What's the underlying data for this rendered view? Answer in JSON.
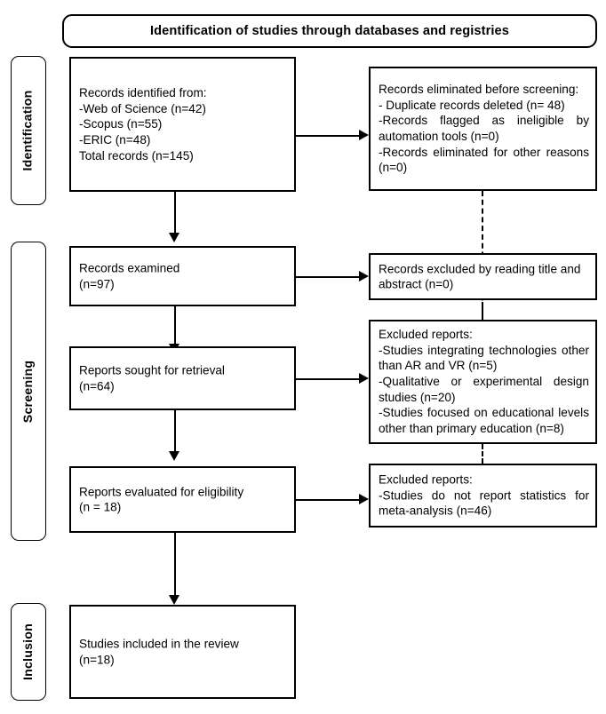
{
  "diagram": {
    "title": "Identification of studies through databases and registries",
    "stages": [
      {
        "label": "Identification"
      },
      {
        "label": "Screening"
      },
      {
        "label": "Inclusion"
      }
    ],
    "boxes": {
      "records_identified": "Records identified from:\n-Web of Science (n=42)\n-Scopus (n=55)\n-ERIC (n=48)\nTotal records (n=145)",
      "records_eliminated": "Records eliminated before screening:\n- Duplicate records deleted (n= 48)\n-Records flagged as ineligible by automation tools (n=0)\n-Records eliminated for other reasons (n=0)",
      "records_examined": "Records examined\n(n=97)",
      "records_excluded_title_abstract": "Records excluded by reading title and abstract (n=0)",
      "reports_sought": "Reports sought for retrieval\n(n=64)",
      "excluded_reports_screening": "Excluded reports:\n-Studies integrating technologies other than AR and VR (n=5)\n-Qualitative or experimental design studies (n=20)\n-Studies focused on educational levels other than primary education (n=8)",
      "reports_evaluated": "Reports evaluated for eligibility\n(n = 18)",
      "excluded_reports_eligibility": "Excluded reports:\n-Studies do not report statistics for meta-analysis (n=46)",
      "studies_included": "Studies included in the review\n(n=18)"
    }
  },
  "chart_data": {
    "type": "diagram",
    "title": "Identification of studies through databases and registries",
    "nodes": [
      {
        "id": "records_identified",
        "stage": "Identification",
        "column": "left",
        "counts": {
          "web_of_science": 42,
          "scopus": 55,
          "eric": 48,
          "total": 145
        }
      },
      {
        "id": "records_eliminated",
        "stage": "Identification",
        "column": "right",
        "counts": {
          "duplicates_deleted": 48,
          "flagged_ineligible_automation": 0,
          "eliminated_other_reasons": 0
        }
      },
      {
        "id": "records_examined",
        "stage": "Screening",
        "column": "left",
        "counts": {
          "n": 97
        }
      },
      {
        "id": "records_excluded_title_abstract",
        "stage": "Screening",
        "column": "right",
        "counts": {
          "n": 0
        }
      },
      {
        "id": "reports_sought",
        "stage": "Screening",
        "column": "left",
        "counts": {
          "n": 64
        }
      },
      {
        "id": "excluded_reports_screening",
        "stage": "Screening",
        "column": "right",
        "counts": {
          "other_technologies": 5,
          "qualitative_or_experimental": 20,
          "other_education_levels": 8
        }
      },
      {
        "id": "reports_evaluated",
        "stage": "Screening",
        "column": "left",
        "counts": {
          "n": 18
        }
      },
      {
        "id": "excluded_reports_eligibility",
        "stage": "Screening",
        "column": "right",
        "counts": {
          "no_statistics_for_meta_analysis": 46
        }
      },
      {
        "id": "studies_included",
        "stage": "Inclusion",
        "column": "left",
        "counts": {
          "n": 18
        }
      }
    ],
    "edges": [
      {
        "from": "records_identified",
        "to": "records_eliminated",
        "style": "solid-arrow",
        "direction": "right"
      },
      {
        "from": "records_identified",
        "to": "records_examined",
        "style": "solid-arrow",
        "direction": "down"
      },
      {
        "from": "records_examined",
        "to": "records_excluded_title_abstract",
        "style": "solid-arrow",
        "direction": "right"
      },
      {
        "from": "records_examined",
        "to": "reports_sought",
        "style": "solid-arrow",
        "direction": "down"
      },
      {
        "from": "reports_sought",
        "to": "excluded_reports_screening",
        "style": "solid-arrow",
        "direction": "right"
      },
      {
        "from": "reports_sought",
        "to": "reports_evaluated",
        "style": "solid-arrow",
        "direction": "down"
      },
      {
        "from": "reports_evaluated",
        "to": "excluded_reports_eligibility",
        "style": "solid-arrow",
        "direction": "right"
      },
      {
        "from": "reports_evaluated",
        "to": "studies_included",
        "style": "solid-arrow",
        "direction": "down"
      },
      {
        "from": "records_eliminated",
        "to": "excluded_reports_eligibility",
        "style": "dashed",
        "direction": "down"
      }
    ]
  }
}
